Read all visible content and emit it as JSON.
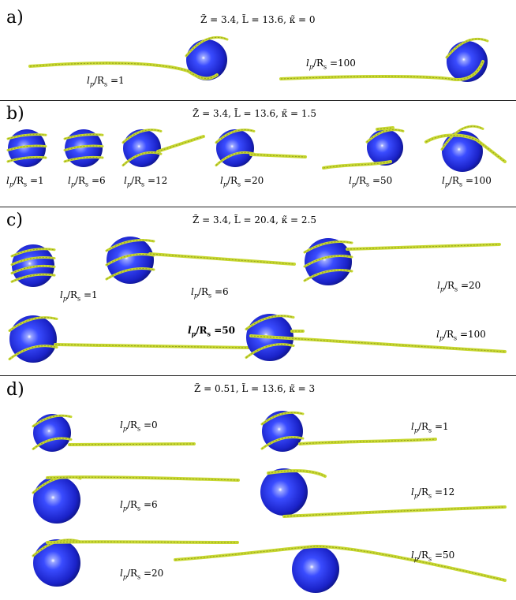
{
  "panels": [
    {
      "label": "a)",
      "params": "Z̃ = 3.4, L̃ = 13.6, κ̃ = 0"
    },
    {
      "label": "b)",
      "params": "Z̃ = 3.4, L̃ = 13.6, κ̃ = 1.5"
    },
    {
      "label": "c)",
      "params": "Z̃ = 3.4, L̃ = 20.4, κ̃ = 2.5"
    },
    {
      "label": "d)",
      "params": "Z̃ = 0.51, L̃ = 13.6, κ̃ = 3"
    }
  ],
  "label_prefix": "l",
  "label_sub_p": "p",
  "label_mid": "/R",
  "label_sub_s": "s",
  "values": {
    "a": [
      "=1",
      "=100"
    ],
    "b": [
      "=1",
      "=6",
      "=12",
      "=20",
      "=50",
      "=100"
    ],
    "c": [
      "=1",
      "=6",
      "=20",
      "=50",
      "=100"
    ],
    "d": [
      "=0",
      "=1",
      "=6",
      "=12",
      "=20",
      "=50"
    ]
  },
  "colors": {
    "sphere": "#1f2fe0",
    "polymer": "#c8d832"
  }
}
